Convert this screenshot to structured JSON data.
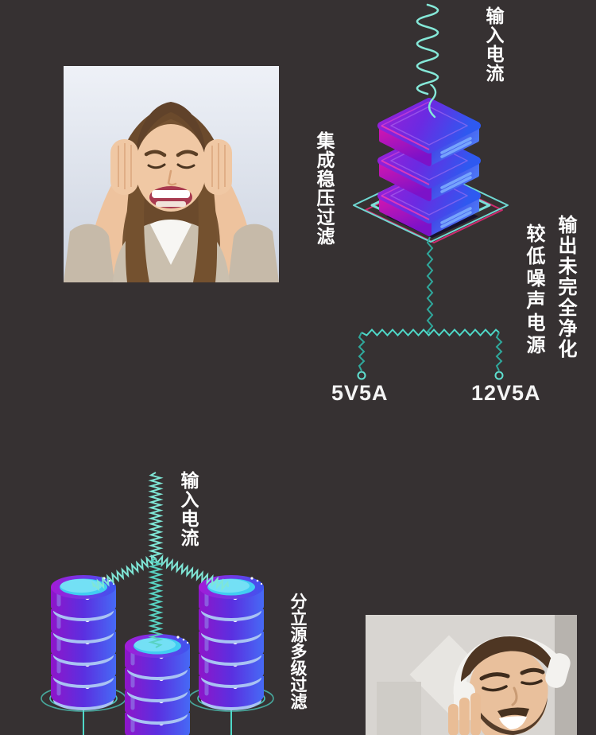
{
  "canvas": {
    "background": "#363132"
  },
  "palette": {
    "wave_light": "#85e8d8",
    "wave_coil": "#7fe6d6",
    "zigzag_dark_teal": "#2fa89c",
    "zigzag_bright": "#4fd8c8",
    "cyan_outline": "#6fd8d2",
    "magenta_outline": "#cf2a6e",
    "chip_purple": "#9a1fd6",
    "chip_blue": "#3c56f4",
    "cylinder_top_cyan": "#42cdf2",
    "crescent_blue": "#a9c3f3",
    "text_white": "#ffffff"
  },
  "top_diagram": {
    "input_label": "输入电流",
    "method_label": "集成稳压过滤",
    "output_label_outer": "输出未完全净化",
    "output_label_inner": "较低噪声电源",
    "rail_left_label": "5V5A",
    "rail_right_label": "12V5A",
    "photo_alt": "woman covering ears annoyed by noise"
  },
  "bottom_diagram": {
    "input_label": "输入电流",
    "method_label": "分立源多级过滤",
    "photo_alt": "man smiling listening with white headphones"
  }
}
